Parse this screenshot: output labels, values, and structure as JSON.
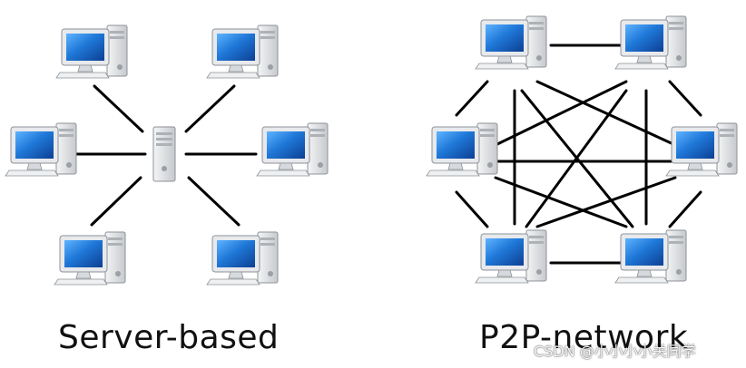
{
  "diagram": {
    "left": {
      "caption": "Server-based",
      "center_node": "server-icon",
      "peripheral_nodes": [
        "computer-icon",
        "computer-icon",
        "computer-icon",
        "computer-icon",
        "computer-icon",
        "computer-icon"
      ]
    },
    "right": {
      "caption": "P2P-network",
      "nodes": [
        "computer-icon",
        "computer-icon",
        "computer-icon",
        "computer-icon",
        "computer-icon",
        "computer-icon"
      ],
      "edges": "fully-connected"
    }
  },
  "watermark": "CSDN @小小小小关同学",
  "colors": {
    "screen_blue": "#1c67c8",
    "case_gray": "#d9dce0",
    "line": "#000000"
  }
}
